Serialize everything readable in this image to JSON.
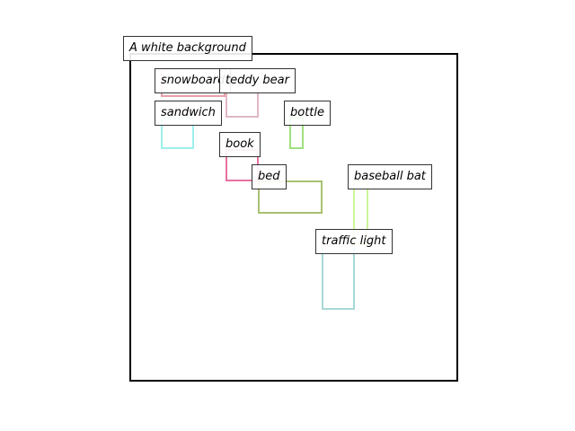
{
  "caption": "A white background",
  "objects": [
    {
      "label": "snowboard",
      "color": "#e8a0a8"
    },
    {
      "label": "teddy bear",
      "color": "#e0b8c4"
    },
    {
      "label": "sandwich",
      "color": "#9ef0ee"
    },
    {
      "label": "bottle",
      "color": "#9ee080"
    },
    {
      "label": "book",
      "color": "#e870a0"
    },
    {
      "label": "bed",
      "color": "#a8c070"
    },
    {
      "label": "baseball bat",
      "color": "#ccf59c"
    },
    {
      "label": "traffic light",
      "color": "#a8d8d8"
    }
  ]
}
